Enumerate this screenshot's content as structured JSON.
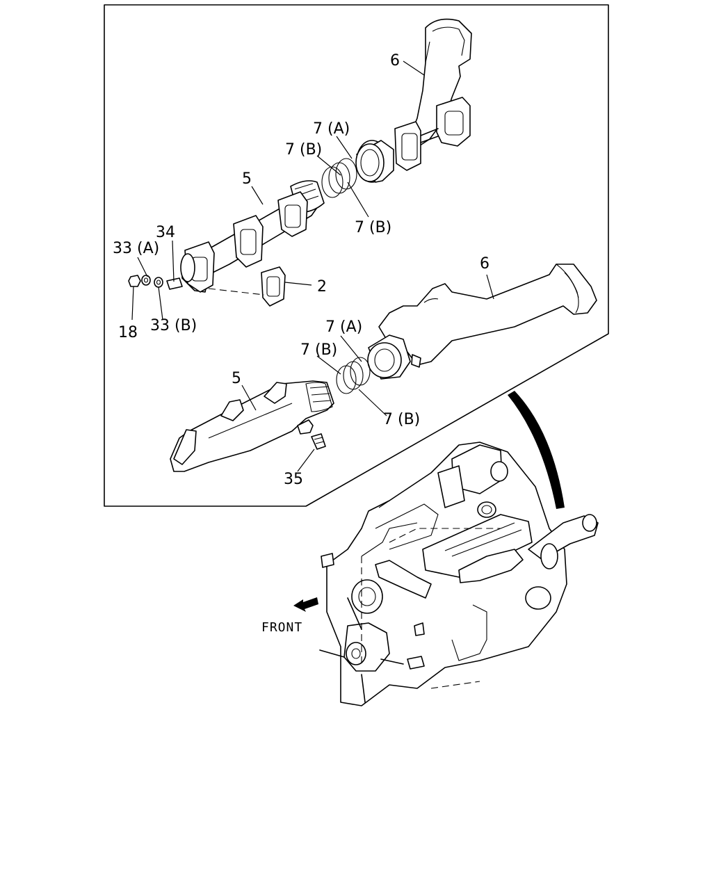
{
  "callouts": {
    "p6_top": "6",
    "p7a_top": "7 (A)",
    "p7b_top_left": "7 (B)",
    "p5_top": "5",
    "p7b_top_right": "7 (B)",
    "p34": "34",
    "p33a": "33 (A)",
    "p2": "2",
    "p18": "18",
    "p33b": "33 (B)",
    "p6_bottom": "6",
    "p7a_bottom": "7 (A)",
    "p7b_bottom_left": "7 (B)",
    "p5_bottom": "5",
    "p7b_bottom_right": "7 (B)",
    "p35": "35"
  },
  "orientation": {
    "front_label": "FRONT"
  },
  "icons": [
    "front-direction-arrow-icon"
  ]
}
